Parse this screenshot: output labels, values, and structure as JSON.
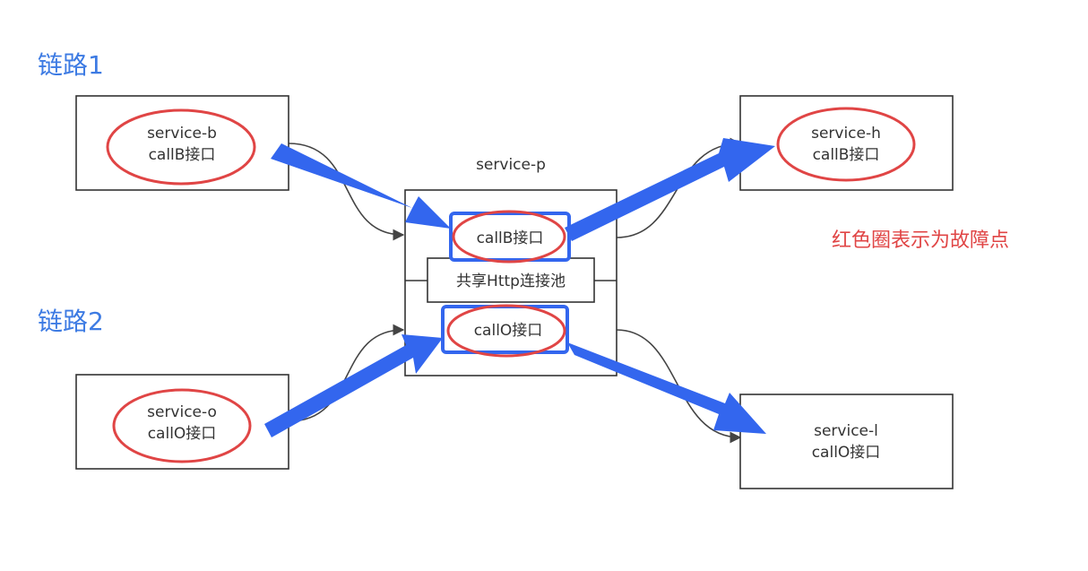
{
  "chains": {
    "chain1": "链路1",
    "chain2": "链路2"
  },
  "nodes": {
    "service_b": {
      "name": "service-b",
      "iface": "callB接口"
    },
    "service_o": {
      "name": "service-o",
      "iface": "callO接口"
    },
    "service_h": {
      "name": "service-h",
      "iface": "callB接口"
    },
    "service_l": {
      "name": "service-l",
      "iface": "callO接口"
    },
    "service_p": {
      "name": "service-p",
      "iface_b": "callB接口",
      "pool": "共享Http连接池",
      "iface_o": "callO接口"
    }
  },
  "note": "红色圈表示为故障点",
  "colors": {
    "chain_label": "#3d7be3",
    "arrow": "#3366ee",
    "fault_circle": "#e04545",
    "note": "#e04545",
    "box_stroke": "#333333",
    "connector": "#444444"
  }
}
